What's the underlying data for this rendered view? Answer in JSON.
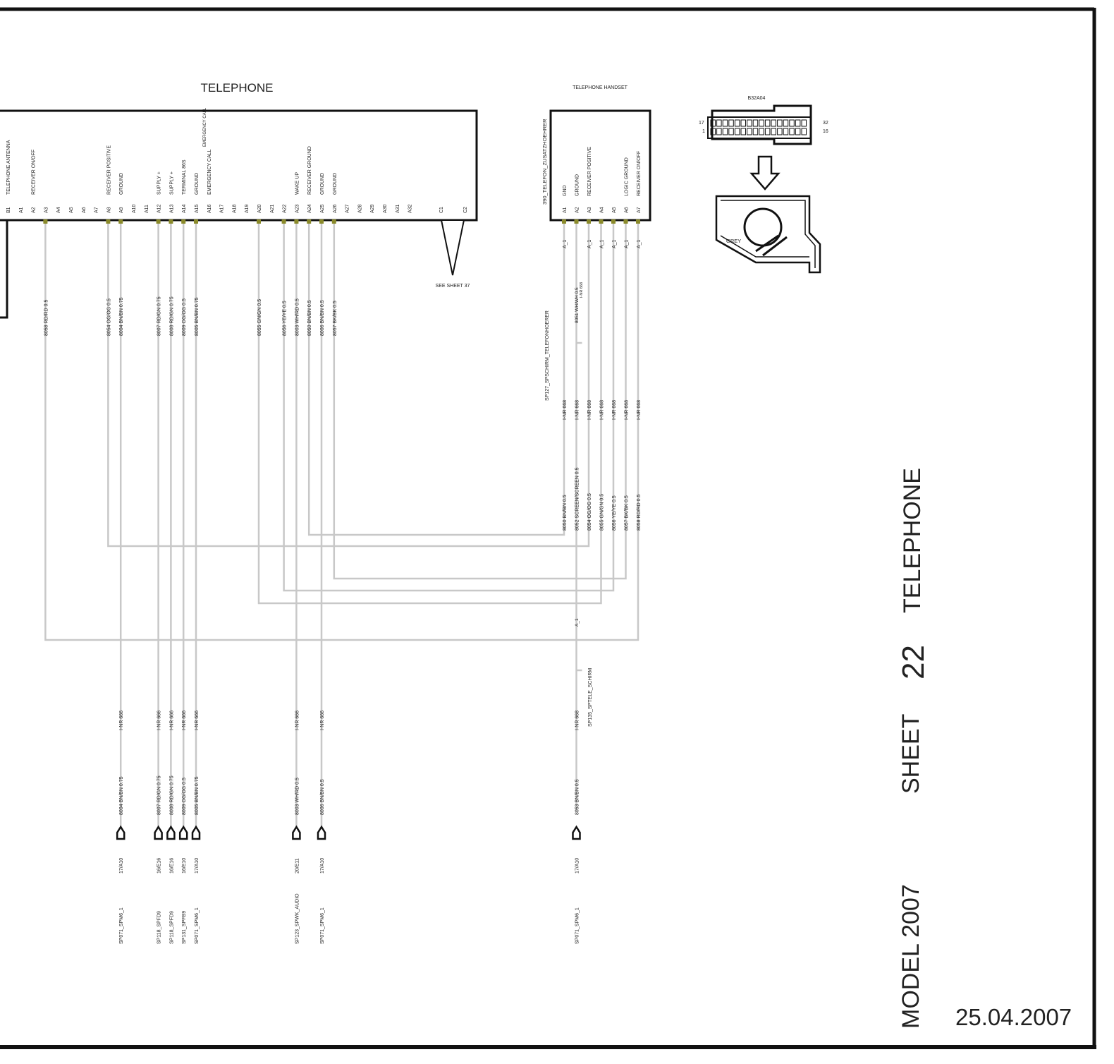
{
  "telephone": {
    "title": "TELEPHONE",
    "pins": [
      {
        "pin": "B1",
        "func": "TELEPHONE ANTENNA"
      },
      {
        "pin": "A1",
        "func": ""
      },
      {
        "pin": "A2",
        "func": "RECEIVER ON/OFF"
      },
      {
        "pin": "A3",
        "func": ""
      },
      {
        "pin": "A4",
        "func": ""
      },
      {
        "pin": "A5",
        "func": ""
      },
      {
        "pin": "A6",
        "func": ""
      },
      {
        "pin": "A7",
        "func": ""
      },
      {
        "pin": "A8",
        "func": "RECEIVER POSITIVE"
      },
      {
        "pin": "A9",
        "func": "GROUND"
      },
      {
        "pin": "A10",
        "func": ""
      },
      {
        "pin": "A11",
        "func": ""
      },
      {
        "pin": "A12",
        "func": "SUPPLY +"
      },
      {
        "pin": "A13",
        "func": "SUPPLY +"
      },
      {
        "pin": "A14",
        "func": "TERMINAL 86S"
      },
      {
        "pin": "A15",
        "func": "GROUND"
      },
      {
        "pin": "A16",
        "func": "EMERGENCY CALL"
      },
      {
        "pin": "A17",
        "func": ""
      },
      {
        "pin": "A18",
        "func": ""
      },
      {
        "pin": "A19",
        "func": ""
      },
      {
        "pin": "A20",
        "func": ""
      },
      {
        "pin": "A21",
        "func": ""
      },
      {
        "pin": "A22",
        "func": ""
      },
      {
        "pin": "A23",
        "func": "WAKE UP"
      },
      {
        "pin": "A24",
        "func": "RECEIVER GROUND"
      },
      {
        "pin": "A25",
        "func": "GROUND"
      },
      {
        "pin": "A26",
        "func": "GROUND"
      },
      {
        "pin": "A27",
        "func": ""
      },
      {
        "pin": "A28",
        "func": ""
      },
      {
        "pin": "A29",
        "func": ""
      },
      {
        "pin": "A30",
        "func": ""
      },
      {
        "pin": "A31",
        "func": ""
      },
      {
        "pin": "A32",
        "func": ""
      },
      {
        "pin": "C1",
        "func": ""
      },
      {
        "pin": "C2",
        "func": ""
      }
    ],
    "emergency_call_top": "EMERGENCY CALL",
    "see_sheet": "SEE SHEET 37"
  },
  "handset": {
    "title": "TELEPHONE HANDSET",
    "side_label": "390_TELEFON_ZUSATZHOEHRER",
    "pins": [
      {
        "pin": "A1",
        "func": "GND"
      },
      {
        "pin": "A2",
        "func": "GROUND"
      },
      {
        "pin": "A3",
        "func": "RECEIVER POSITIVE"
      },
      {
        "pin": "A4",
        "func": ""
      },
      {
        "pin": "A5",
        "func": ""
      },
      {
        "pin": "A6",
        "func": "LOGIC GROUND"
      },
      {
        "pin": "A7",
        "func": "RECEIVER ON/OFF"
      }
    ],
    "splice_pin": "A_1",
    "shield_splice": "SP127_SPSCHIRM_TELEFONHOERER",
    "shield_wire": "8051 WH/WH 0.5",
    "shield_nr": "I-NR 668",
    "nr_label": "I-NR 668",
    "wires": [
      "8050 BN/BN 0.5",
      "8052 SCREEN/SCREEN 0.5",
      "8054 OG/OG 0.5",
      "8055 GN/GN 0.5",
      "8056 YE/YE 0.5",
      "8057 BK/BK 0.5",
      "8058 RD/RD 0.5"
    ],
    "lower_splice_pin": "A_1",
    "lower_splice": "SP135_SPTELE_SCHIRM",
    "lower_nr": "I-NR 668",
    "lower_wire": "8053 BN/BN 0.5",
    "lower_ref": "17/A10",
    "lower_splice_name": "SP071_SPM6_1"
  },
  "connector": {
    "id": "B32A04",
    "n17": "17",
    "n1": "1",
    "n32": "32",
    "n16": "16",
    "color": "GREY"
  },
  "tel_wires": [
    {
      "pin": "A3",
      "label": "8058 RD/RD 0.5"
    },
    {
      "pin": "A8",
      "label": "8054 OG/OG 0.5"
    },
    {
      "pin": "A9",
      "label": "8004 BN/BN 0.75",
      "lnr": "I-NR 666",
      "lwire": "8004 BN/BN 0.75",
      "ref": "17/A10",
      "splice": "SP071_SPM6_1"
    },
    {
      "pin": "A12",
      "label": "8007 RD/GN 0.75",
      "lnr": "I-NR 666",
      "lwire": "8007 RD/GN 0.75",
      "ref": "16/E16",
      "splice": "SP118_SPFD9"
    },
    {
      "pin": "A13",
      "label": "8008 RD/GN 0.75",
      "lnr": "I-NR 666",
      "lwire": "8008 RD/GN 0.75",
      "ref": "16/E16",
      "splice": "SP118_SPFD9"
    },
    {
      "pin": "A14",
      "label": "8009 OG/OG 0.5",
      "lnr": "I-NR 666",
      "lwire": "8009 OG/OG 0.5",
      "ref": "16/E10",
      "splice": "SP131_SPFB9"
    },
    {
      "pin": "A15",
      "label": "8005 BN/BN 0.75",
      "lnr": "I-NR 666",
      "lwire": "8005 BN/BN 0.75",
      "ref": "17/A10",
      "splice": "SP071_SPM6_1"
    },
    {
      "pin": "A20",
      "label": "8055 GN/GN 0.5"
    },
    {
      "pin": "A22",
      "label": "8056 YE/YE 0.5"
    },
    {
      "pin": "A23",
      "label": "8003 WH/RD 0.5",
      "lnr": "I-NR 666",
      "lwire": "8003 WH/RD 0.5",
      "ref": "20/E11",
      "splice": "SP123_SPWK_AUDIO"
    },
    {
      "pin": "A24",
      "label": "8050 BN/BN 0.5"
    },
    {
      "pin": "A25",
      "label": "8006 BN/BN 0.5",
      "lnr": "I-NR 666",
      "lwire": "8006 BN/BN 0.5",
      "ref": "17/A10",
      "splice": "SP071_SPM6_1"
    },
    {
      "pin": "A26",
      "label": "8057 BK/BK 0.5"
    }
  ],
  "title_block": {
    "system": "TELEPHONE",
    "sheet_label": "SHEET",
    "sheet_no": "22",
    "model": "MODEL 2007",
    "date": "25.04.2007"
  },
  "colors": {
    "wire": "#c8c8c8",
    "pin": "#8a8a2a",
    "ink": "#111111"
  }
}
